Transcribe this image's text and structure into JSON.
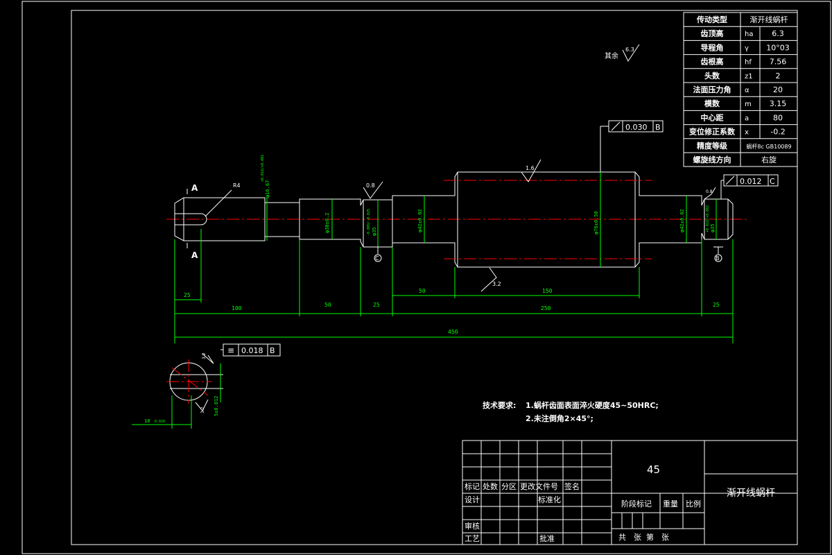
{
  "param_table": {
    "rows": [
      {
        "label": "传动类型",
        "sym": "",
        "value": "渐开线蜗杆"
      },
      {
        "label": "齿顶高",
        "sym": "ha",
        "value": "6.3"
      },
      {
        "label": "导程角",
        "sym": "γ",
        "value": "10°03"
      },
      {
        "label": "齿根高",
        "sym": "hf",
        "value": "7.56"
      },
      {
        "label": "头数",
        "sym": "z1",
        "value": "2"
      },
      {
        "label": "法面压力角",
        "sym": "α",
        "value": "20"
      },
      {
        "label": "模数",
        "sym": "m",
        "value": "3.15"
      },
      {
        "label": "中心距",
        "sym": "a",
        "value": "80"
      },
      {
        "label": "变位修正系数",
        "sym": "x",
        "value": "-0.2"
      },
      {
        "label": "精度等级",
        "sym": "",
        "value": "蜗杆8c GB10089"
      },
      {
        "label": "螺旋线方向",
        "sym": "",
        "value": "右旋"
      }
    ]
  },
  "roughness_note": {
    "label": "其余",
    "value": "6.3"
  },
  "tolerances": {
    "runout_top": "0.030",
    "runout_top_datum": "B",
    "runout_right": "0.012",
    "runout_right_datum": "C",
    "symmetry": "0.018",
    "symmetry_datum": "B"
  },
  "dimensions": {
    "r4": "R4",
    "d1": "φ16.67",
    "d1_tol": "+0.018/+0.002",
    "d2": "φ30±0.2",
    "d3": "φ35",
    "d3_tol": "-0.009/-0.025",
    "d4": "φ42±0.02",
    "d5": "φ76±0.50",
    "d6": "φ42±0.02",
    "d7": "φ35",
    "d7_tol": "+0.018/+0.002",
    "rough_08": "0.8",
    "rough_16": "1.6",
    "rough_32": "3.2",
    "rough_right": "0.8",
    "len_25a": "25",
    "len_100": "100",
    "len_50": "50",
    "len_25b": "25",
    "len_50b": "50",
    "len_150": "150",
    "len_250": "250",
    "len_25c": "25",
    "len_450": "450",
    "sec_label": "A",
    "datum_c": "C",
    "datum_b": "B",
    "key_width": "18",
    "key_width_tol": "-0.020",
    "key_depth": "5±0.012",
    "sec_rough1": "3.2",
    "sec_rough2": "3.2"
  },
  "tech_req": {
    "title": "技术要求:",
    "line1": "1.蜗杆齿面表面淬火硬度45~50HRC;",
    "line2": "2.未注倒角2×45°;"
  },
  "title_block": {
    "material": "45",
    "part_name": "渐开线蜗杆",
    "biaoji": "标记",
    "chushu": "处数",
    "fenqu": "分区",
    "gengai": "更改文件号",
    "qianming": "签名",
    "sheji": "设计",
    "biaozhunhua": "标准化",
    "jieduan": "阶段标记",
    "zhongliang": "重量",
    "bili": "比例",
    "shenhe": "审核",
    "gongyi": "工艺",
    "pizhun": "批准",
    "gong": "共",
    "zhang": "张",
    "di": "第",
    "zhang2": "张"
  }
}
